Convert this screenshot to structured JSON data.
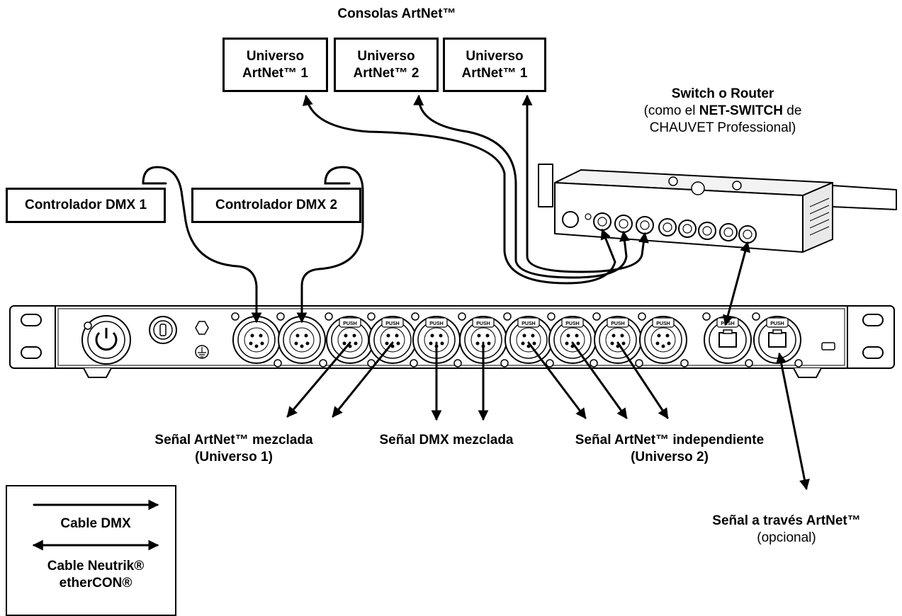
{
  "consoles": {
    "title": "Consolas ArtNet™",
    "universes": [
      {
        "line1": "Universo",
        "line2": "ArtNet™ 1"
      },
      {
        "line1": "Universo",
        "line2": "ArtNet™ 2"
      },
      {
        "line1": "Universo",
        "line2": "ArtNet™ 1"
      }
    ]
  },
  "switch": {
    "line1": "Switch o Router",
    "line2_pre": "(como el ",
    "line2_bold": "NET-SWITCH",
    "line2_post": " de",
    "line3": "CHAUVET Professional)"
  },
  "controllers": [
    "Controlador DMX 1",
    "Controlador DMX 2"
  ],
  "outputs": {
    "mixed_artnet": {
      "line1": "Señal ArtNet™ mezclada",
      "line2": "(Universo 1)"
    },
    "mixed_dmx": "Señal DMX mezclada",
    "independent_artnet": {
      "line1": "Señal ArtNet™ independiente",
      "line2": "(Universo 2)"
    },
    "via_artnet": {
      "line1": "Señal a través ArtNet™",
      "line2": "(opcional)"
    }
  },
  "legend": {
    "dmx_cable": "Cable DMX",
    "ethercon_line1": "Cable Neutrik®",
    "ethercon_line2": "etherCON®"
  },
  "device": {
    "connector_badge": "PUSH"
  }
}
